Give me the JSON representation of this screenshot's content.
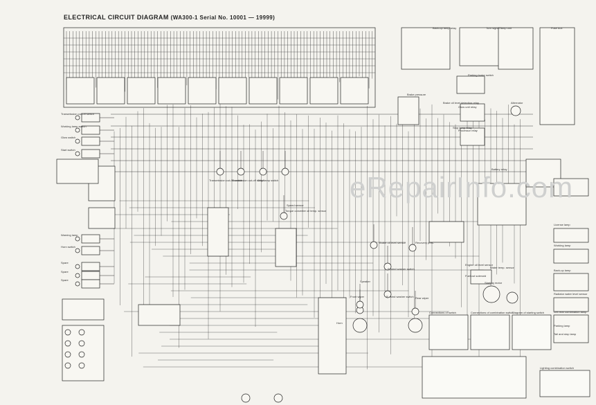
{
  "title": "ELECTRICAL CIRCUIT DIAGRAM",
  "subtitle": "(WA300-1 Serial No. 10001 — 19999)",
  "watermark": "eRepairInfo.com",
  "left_labels": [
    "Transmission cut-off switch",
    "Working lamp switch",
    "Glow switch",
    "Start switch",
    "Warning lamp",
    "Horn switch",
    "Spare",
    "Spare",
    "Spare"
  ],
  "center_labels": [
    "Transmission cut-off switch",
    "Transmission cut-off switch",
    "Stop lamp switch",
    "Speed sensor",
    "Torque converter oil temp. sensor",
    "Brake oil level sensor",
    "Recovery pres.",
    "F. wind washer switch",
    "R. wind washer switch",
    "Horn",
    "Front wiper",
    "Rear wiper",
    "Speaker"
  ],
  "right_labels": [
    "Back-up lamp relay",
    "Turn signal lamp unit",
    "Fuse box",
    "Brake pressure",
    "Parking brake switch",
    "Brake oil level detection relay",
    "Stop lamp relay",
    "Glow unit relay",
    "Processor relay",
    "Alternator",
    "Battery relay",
    "Starting motor",
    "Engine oil level sensor",
    "Fuel cut solenoid",
    "Water temp. sensor",
    "License lamp",
    "Working lamp",
    "Back-up lamp",
    "Radiator water level sensor",
    "Left rear combination lamp",
    "Parking lamp",
    "Tail and stop lamp"
  ],
  "tables": [
    "Connections of switch",
    "Connections of combination switch",
    "Diagram of starting switch",
    "Lighting combination switch"
  ],
  "colors": {
    "ink": "#222222",
    "paper": "#f4f3ee",
    "watermark": "#cfd0cf"
  }
}
